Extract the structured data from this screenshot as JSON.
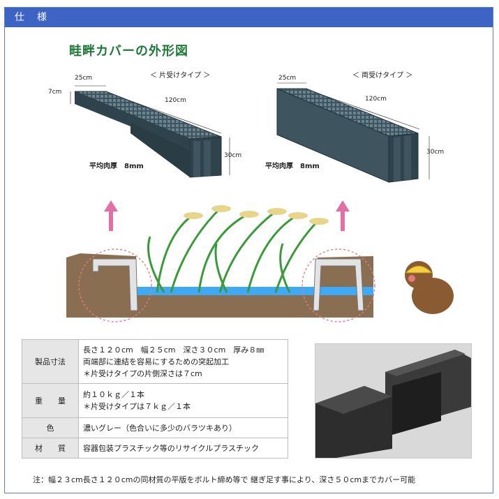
{
  "header": {
    "title": "仕　様"
  },
  "figure": {
    "title": "畦畔カバーの外形図",
    "left": {
      "type_label": "＜ 片受けタイプ ＞",
      "width": "25cm",
      "height": "7cm",
      "length": "120cm",
      "depth": "30cm",
      "thickness": "平均肉厚　8mm"
    },
    "right": {
      "type_label": "＜ 両受けタイプ ＞",
      "width": "25cm",
      "length": "120cm",
      "depth": "30cm",
      "thickness": "平均肉厚　8mm"
    }
  },
  "spec": {
    "rows": [
      {
        "label": "製品寸法",
        "lines": [
          "長さ１２０cm　幅２５cm　深さ３０cm　厚み８㎜",
          "両端部に連結を容易にするための突起加工",
          "＊片受けタイプの片側深さは７cm"
        ]
      },
      {
        "label": "重　　量",
        "lines": [
          "約１０ｋｇ／１本",
          "＊片受けタイプは７ｋｇ／１本"
        ]
      },
      {
        "label": "色",
        "lines": [
          "濃いグレー（色合いに多少のバラツキあり）"
        ]
      },
      {
        "label": "材　　質",
        "lines": [
          "容器包装プラスチック等のリサイクルプラスチック"
        ]
      }
    ]
  },
  "note": "注：幅２３cm長さ１２０cmの同材質の平版をボルト締め等で 継ぎ足す事により、深さ５０cmまでカバー可能",
  "colors": {
    "header": "#3d64c4",
    "title": "#1f7a3a",
    "cover": "#3e5560",
    "soil": "#8a6e52",
    "water": "#3fa9f5"
  }
}
